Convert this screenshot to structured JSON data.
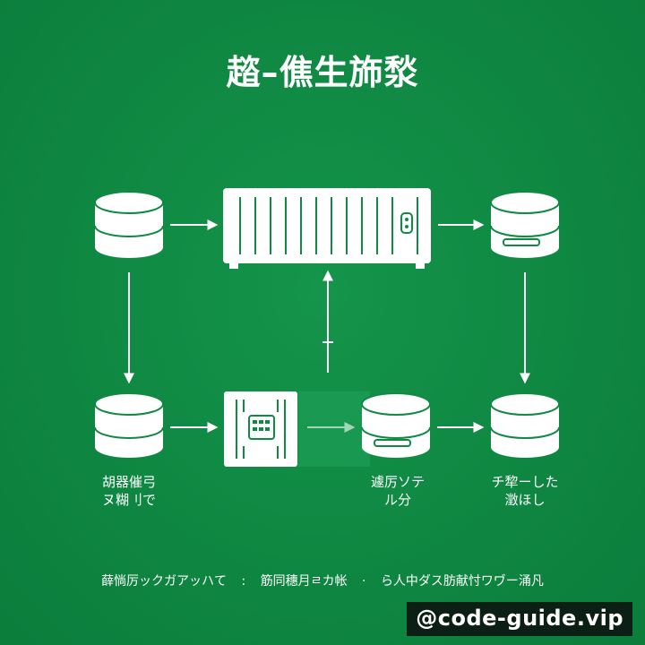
{
  "title": "趦–僬生斾湬",
  "labels": {
    "db_bottom_left": [
      "胡器催弓",
      "ヌ糊刂で"
    ],
    "db_bottom_mid": [
      "遽厉ソテ",
      "ル分"
    ],
    "db_bottom_right": [
      "チ犂ーした",
      "澂ほし"
    ]
  },
  "footer": {
    "part1": "薛惝厉ックガアッハて",
    "sep1": ":",
    "part2": "筋同穗月ㄹカ帐",
    "sep2": "·",
    "part3": "ら人中ダス肪献忖ワヷー涌凡"
  },
  "watermark": "@code-guide.vip",
  "colors": {
    "background": "#0f8a43",
    "foreground": "#ffffff",
    "highlight_panel": "#1fa35a",
    "watermark_bg": "#0b1f14"
  }
}
